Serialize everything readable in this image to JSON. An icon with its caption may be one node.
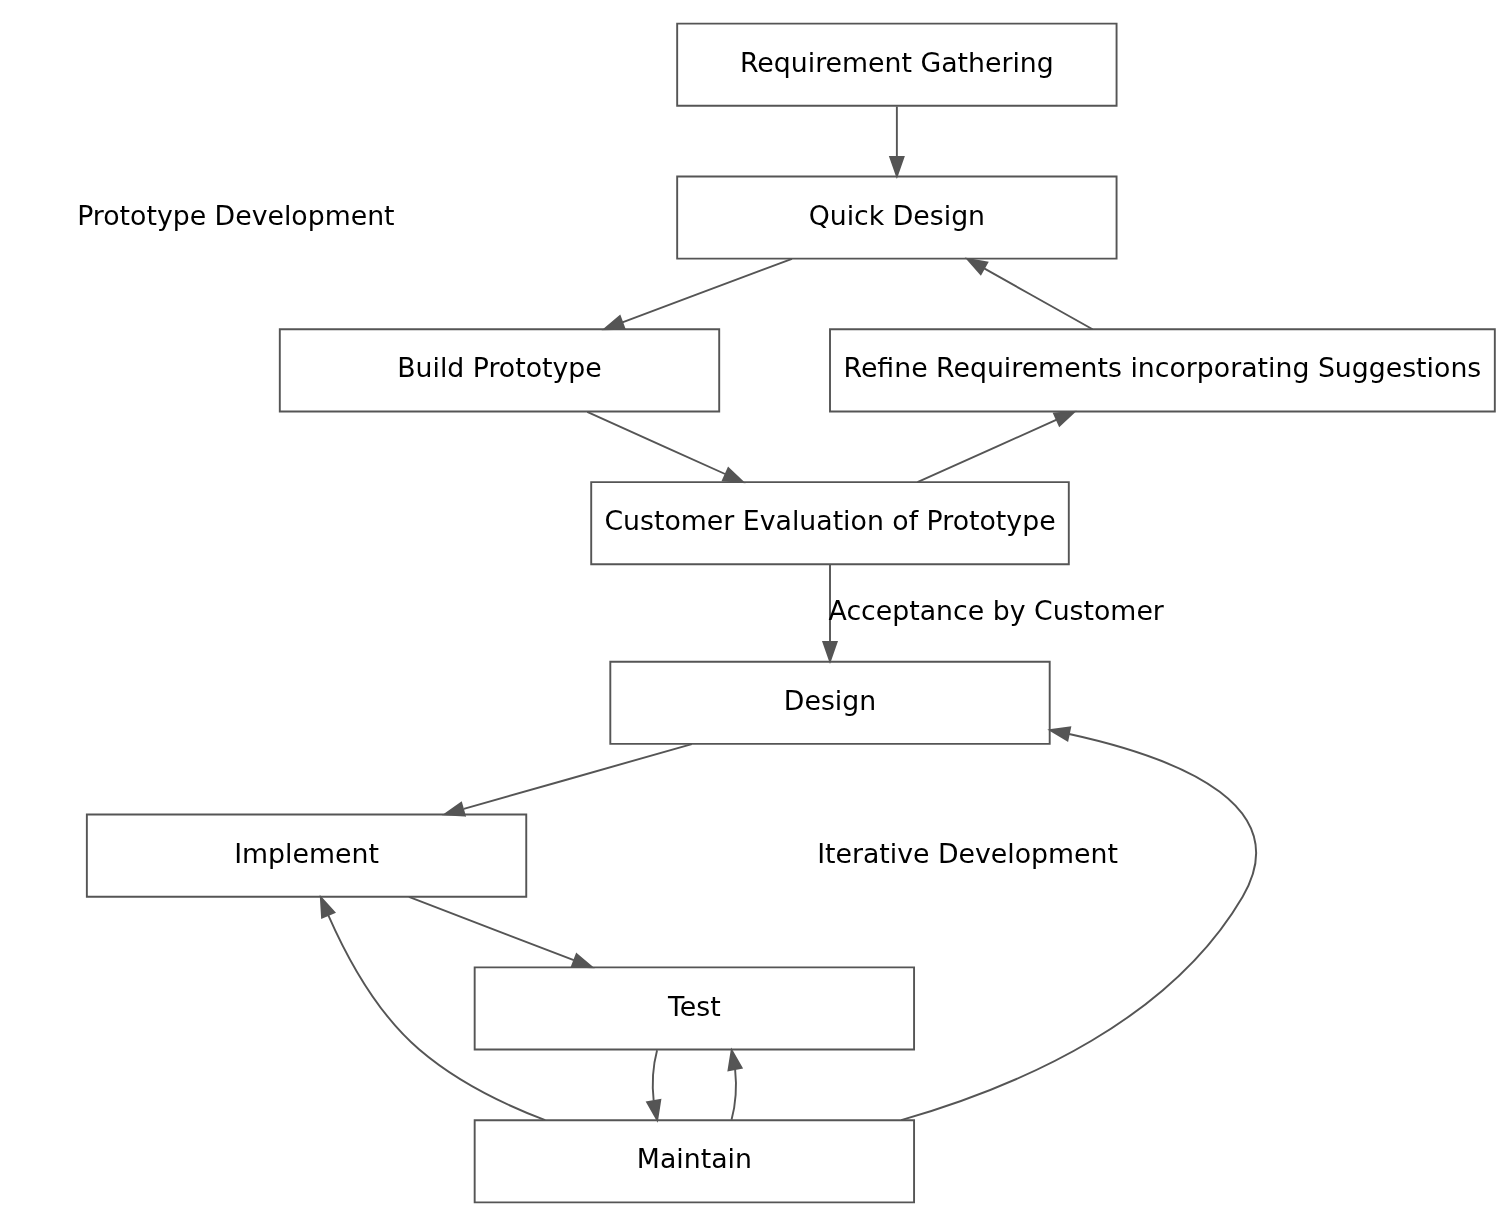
{
  "diagram": {
    "nodes": [
      {
        "text": [
          "Requirement Gathering"
        ]
      },
      {
        "text": [
          "Quick Design"
        ]
      },
      {
        "text": [
          "Build Prototype"
        ]
      },
      {
        "text": [
          "Customer Evaluation of Prototype"
        ]
      },
      {
        "text": [
          "Refine Requirements incorporating Suggestions"
        ]
      },
      {
        "text": [
          "Design"
        ]
      },
      {
        "text": [
          "Implement"
        ]
      },
      {
        "text": [
          "Test"
        ]
      },
      {
        "text": [
          "Maintain"
        ]
      }
    ],
    "edges": [
      {
        "from": 0,
        "to": 1,
        "arrow": "to"
      },
      {
        "from": 1,
        "to": 2,
        "arrow": "to"
      },
      {
        "from": 2,
        "to": 3,
        "arrow": "to"
      },
      {
        "from": 3,
        "to": 4,
        "arrow": "to"
      },
      {
        "from": 4,
        "to": 1,
        "arrow": "to"
      },
      {
        "from": 3,
        "to": 5,
        "arrow": "to",
        "label": "Acceptance by Customer"
      },
      {
        "from": 5,
        "to": 6,
        "arrow": "to"
      },
      {
        "from": 6,
        "to": 7,
        "arrow": "to"
      },
      {
        "from": 7,
        "to": 8,
        "arrow": "to"
      },
      {
        "from": 8,
        "to": 5,
        "arrow": "to"
      },
      {
        "from": 8,
        "to": 6,
        "arrow": "to"
      },
      {
        "from": 8,
        "to": 7,
        "arrow": "to"
      }
    ],
    "labels": [
      "Prototype Development",
      "Iterative Development"
    ]
  }
}
